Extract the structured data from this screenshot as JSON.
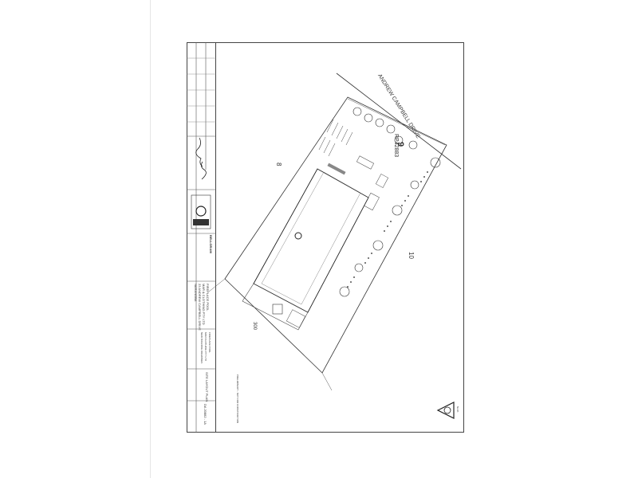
{
  "title_block": {
    "company_name": "BELLGRAM",
    "project_lines": [
      "FIREPLACE POOL",
      "MAR & CLOTHING PTY LTD",
      "23 ANDREW CAMPBELL DRIVE",
      "NARANGBA"
    ],
    "client_lines": [
      "FIREPLACE POOL",
      "MAR CLOTHING PTY LTD",
      "NEW BUILDING DRAWINGS"
    ],
    "drawing_title": "SITE LAYOUT PLAN",
    "drawing_number": "DA 20882 - 1A",
    "status_note": "PRELIMINARY - NOT FOR CONSTRUCTION"
  },
  "plan": {
    "road_name": "ANDREW CAMPBELL DRIVE",
    "lot_number": "9",
    "plan_ref": "RP42883",
    "lot_left": "8",
    "lot_right": "10",
    "boundary_dim": "300",
    "north_label": "North"
  }
}
